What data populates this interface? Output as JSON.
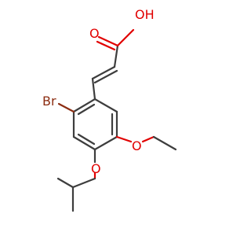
{
  "molecule": {
    "atoms": {
      "carboxyl_oh": "OH",
      "carbonyl_o": "O",
      "bromine": "Br",
      "ethoxy_o": "O",
      "isopropoxy_o": "O"
    },
    "colors": {
      "bond": "#3d3d3d",
      "oxygen": "#e10000",
      "bromine": "#8c2d12",
      "background": "#ffffff"
    }
  }
}
